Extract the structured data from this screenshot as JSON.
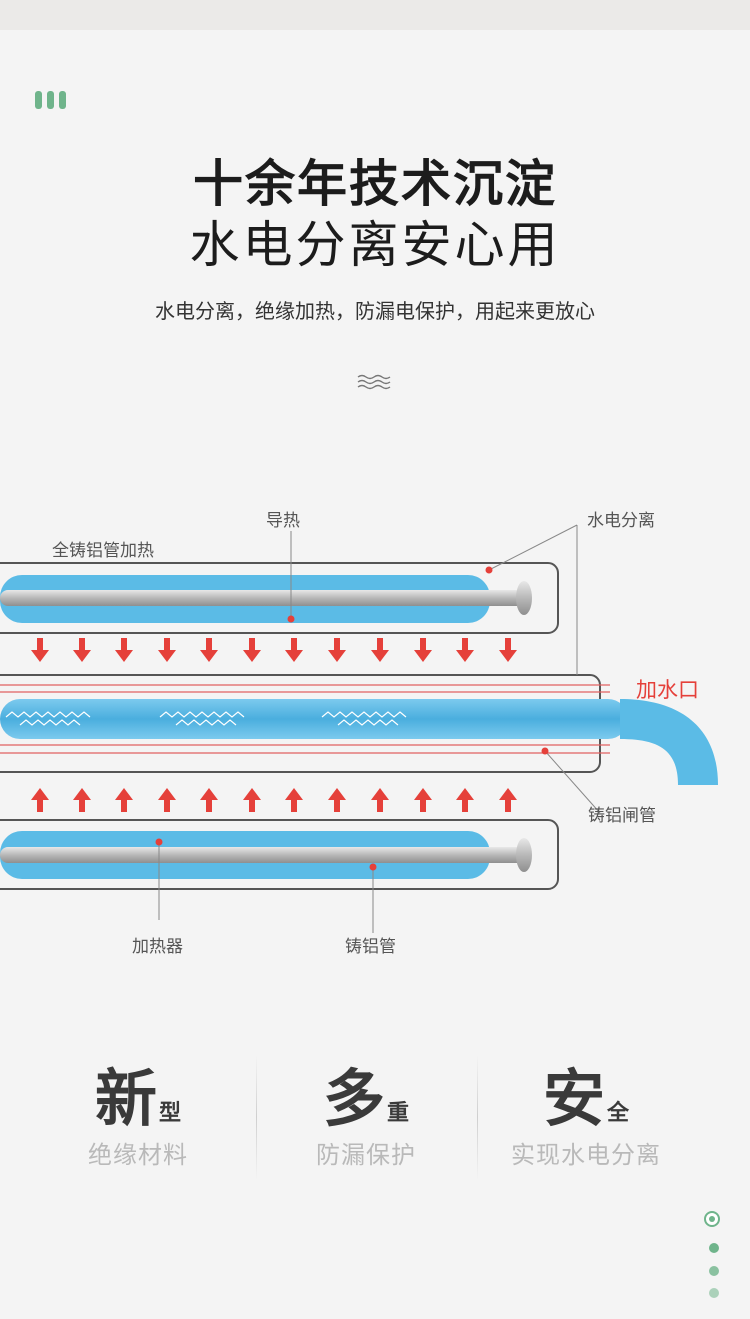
{
  "header": {
    "title_line1": "十余年技术沉淀",
    "title_line2": "水电分离安心用",
    "subtitle": "水电分离，绝缘加热，防漏电保护，用起来更放心"
  },
  "icons": {
    "menu": "menu-bars-icon",
    "divider": "wave-icon"
  },
  "diagram": {
    "labels": {
      "full_cast": "全铸铝管加热",
      "conduct": "导热",
      "separation": "水电分离",
      "inlet": "加水口",
      "gate_pipe": "铸铝闸管",
      "heater": "加热器",
      "cast_pipe": "铸铝管"
    },
    "colors": {
      "water": "#5bbbe6",
      "rod": "#c4c4c4",
      "arrow": "#e5403a",
      "line": "#e06060",
      "outline": "#555555"
    }
  },
  "features": [
    {
      "big": "新",
      "small": "型",
      "caption": "绝缘材料"
    },
    {
      "big": "多",
      "small": "重",
      "caption": "防漏保护"
    },
    {
      "big": "安",
      "small": "全",
      "caption": "实现水电分离"
    }
  ],
  "pager": {
    "count": 4,
    "active": 1
  },
  "accent_color": "#6fb48b"
}
